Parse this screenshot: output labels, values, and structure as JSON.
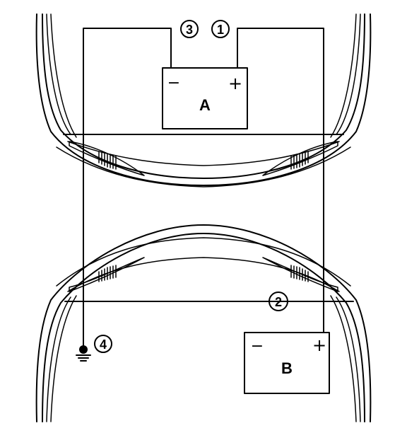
{
  "batteries": {
    "a": {
      "label": "A",
      "minus": "−",
      "plus": "+"
    },
    "b": {
      "label": "B",
      "minus": "−",
      "plus": "+"
    }
  },
  "callouts": {
    "c1": "1",
    "c2": "2",
    "c3": "3",
    "c4": "4"
  }
}
